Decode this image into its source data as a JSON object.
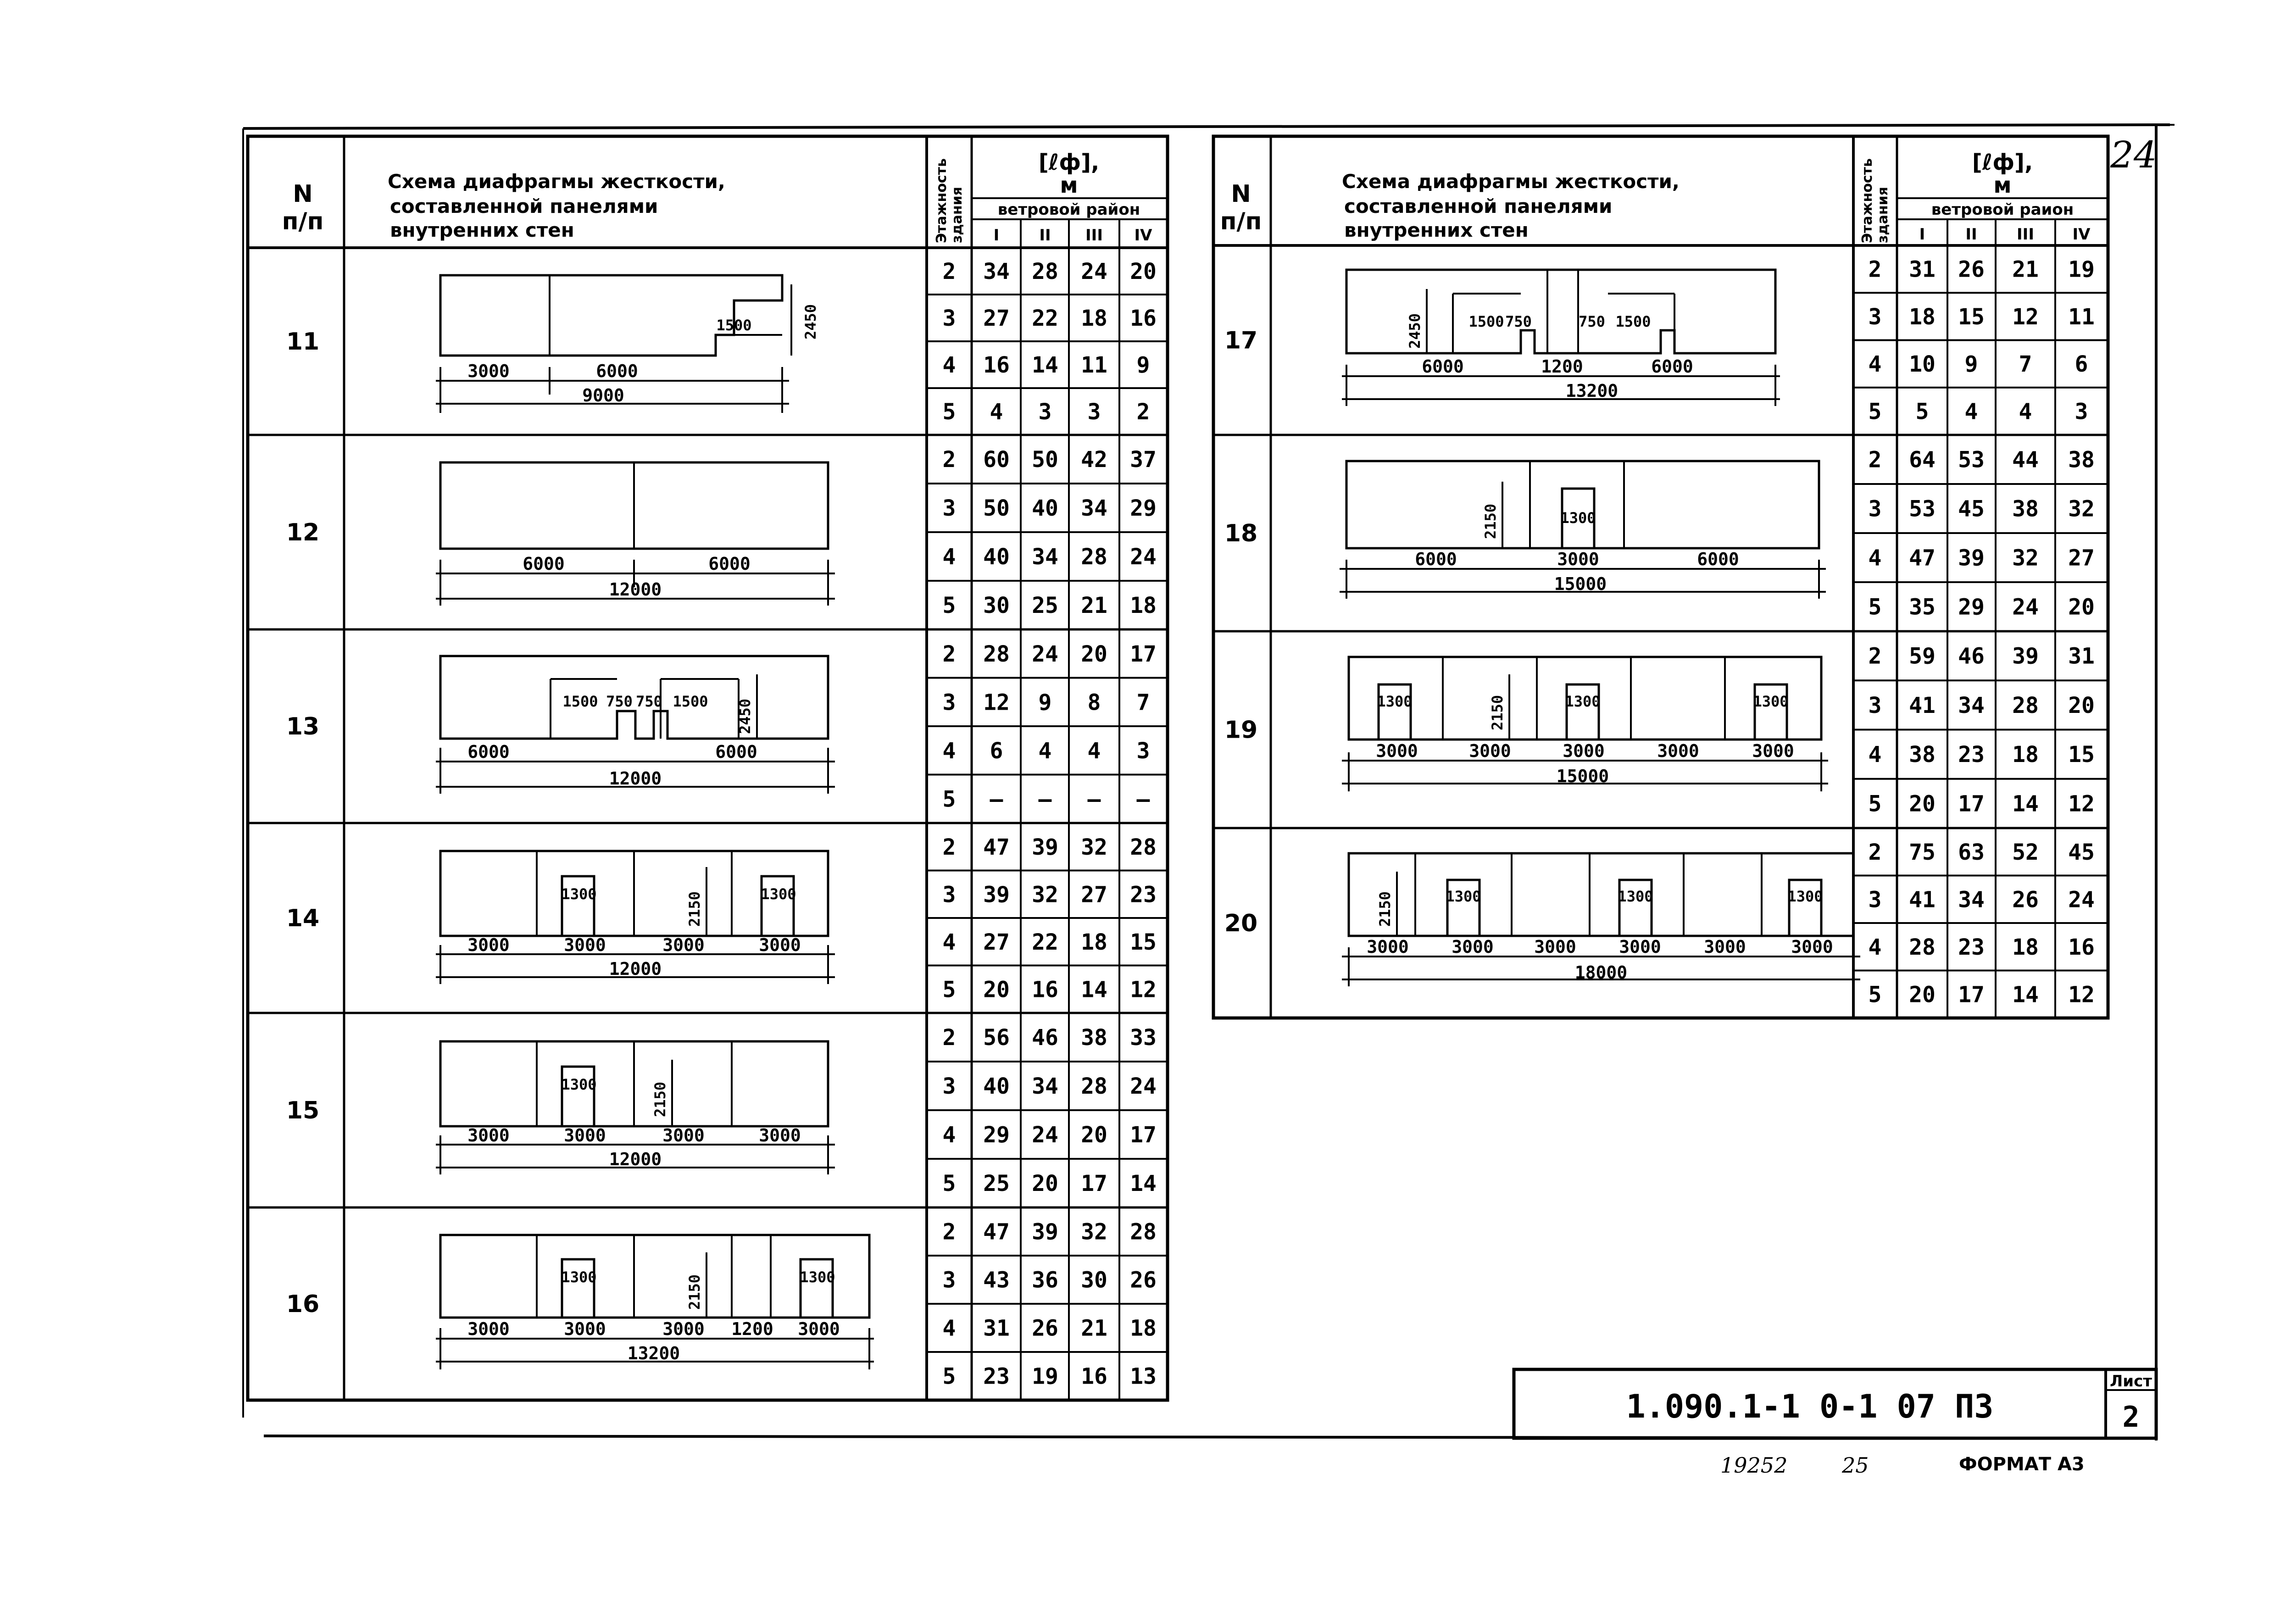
{
  "header": {
    "num_label_1": "N",
    "num_label_2": "п/п",
    "scheme_title_lines": [
      "Схема диафрагмы жесткости,",
      "составленной панелями",
      "внутренних стен"
    ],
    "floors_label": "Этажность здания",
    "floors_label_line1": "Этажность",
    "floors_label_line2": "здания",
    "lf_label": "[ℓф],",
    "lf_unit": "м",
    "wind_label": "ветровой район",
    "wind_label_right": "ветровой раион",
    "wind_regions": [
      "I",
      "II",
      "III",
      "IV"
    ]
  },
  "tables": [
    {
      "side": "left",
      "rows": [
        {
          "id": "11",
          "floors": [
            "2",
            "3",
            "4",
            "5"
          ],
          "values": [
            [
              "34",
              "28",
              "24",
              "20"
            ],
            [
              "27",
              "22",
              "18",
              "16"
            ],
            [
              "16",
              "14",
              "11",
              "9"
            ],
            [
              "4",
              "3",
              "3",
              "2"
            ]
          ],
          "dims": {
            "openings": [
              "1500"
            ],
            "heights": [
              "2450"
            ],
            "spans": [
              "3000",
              "6000"
            ],
            "total": "9000"
          }
        },
        {
          "id": "12",
          "floors": [
            "2",
            "3",
            "4",
            "5"
          ],
          "values": [
            [
              "60",
              "50",
              "42",
              "37"
            ],
            [
              "50",
              "40",
              "34",
              "29"
            ],
            [
              "40",
              "34",
              "28",
              "24"
            ],
            [
              "30",
              "25",
              "21",
              "18"
            ]
          ],
          "dims": {
            "openings": [],
            "heights": [],
            "spans": [
              "6000",
              "6000"
            ],
            "total": "12000"
          }
        },
        {
          "id": "13",
          "floors": [
            "2",
            "3",
            "4",
            "5"
          ],
          "values": [
            [
              "28",
              "24",
              "20",
              "17"
            ],
            [
              "12",
              "9",
              "8",
              "7"
            ],
            [
              "6",
              "4",
              "4",
              "3"
            ],
            [
              "—",
              "—",
              "—",
              "—"
            ]
          ],
          "dims": {
            "openings": [
              "1500",
              "750",
              "750",
              "1500"
            ],
            "heights": [
              "2450"
            ],
            "spans": [
              "6000",
              "6000"
            ],
            "total": "12000"
          }
        },
        {
          "id": "14",
          "floors": [
            "2",
            "3",
            "4",
            "5"
          ],
          "values": [
            [
              "47",
              "39",
              "32",
              "28"
            ],
            [
              "39",
              "32",
              "27",
              "23"
            ],
            [
              "27",
              "22",
              "18",
              "15"
            ],
            [
              "20",
              "16",
              "14",
              "12"
            ]
          ],
          "dims": {
            "openings": [
              "1300",
              "1300"
            ],
            "heights": [
              "2150"
            ],
            "spans": [
              "3000",
              "3000",
              "3000",
              "3000"
            ],
            "total": "12000"
          }
        },
        {
          "id": "15",
          "floors": [
            "2",
            "3",
            "4",
            "5"
          ],
          "values": [
            [
              "56",
              "46",
              "38",
              "33"
            ],
            [
              "40",
              "34",
              "28",
              "24"
            ],
            [
              "29",
              "24",
              "20",
              "17"
            ],
            [
              "25",
              "20",
              "17",
              "14"
            ]
          ],
          "dims": {
            "openings": [
              "1300"
            ],
            "heights": [
              "2150"
            ],
            "spans": [
              "3000",
              "3000",
              "3000",
              "3000"
            ],
            "total": "12000"
          }
        },
        {
          "id": "16",
          "floors": [
            "2",
            "3",
            "4",
            "5"
          ],
          "values": [
            [
              "47",
              "39",
              "32",
              "28"
            ],
            [
              "43",
              "36",
              "30",
              "26"
            ],
            [
              "31",
              "26",
              "21",
              "18"
            ],
            [
              "23",
              "19",
              "16",
              "13"
            ]
          ],
          "dims": {
            "openings": [
              "1300",
              "1300"
            ],
            "heights": [
              "2150"
            ],
            "spans": [
              "3000",
              "3000",
              "3000",
              "1200",
              "3000"
            ],
            "total": "13200"
          }
        }
      ]
    },
    {
      "side": "right",
      "rows": [
        {
          "id": "17",
          "floors": [
            "2",
            "3",
            "4",
            "5"
          ],
          "values": [
            [
              "31",
              "26",
              "21",
              "19"
            ],
            [
              "18",
              "15",
              "12",
              "11"
            ],
            [
              "10",
              "9",
              "7",
              "6"
            ],
            [
              "5",
              "4",
              "4",
              "3"
            ]
          ],
          "dims": {
            "openings": [
              "1500",
              "750",
              "750",
              "1500"
            ],
            "heights": [
              "2450"
            ],
            "spans": [
              "6000",
              "1200",
              "6000"
            ],
            "total": "13200"
          }
        },
        {
          "id": "18",
          "floors": [
            "2",
            "3",
            "4",
            "5"
          ],
          "values": [
            [
              "64",
              "53",
              "44",
              "38"
            ],
            [
              "53",
              "45",
              "38",
              "32"
            ],
            [
              "47",
              "39",
              "32",
              "27"
            ],
            [
              "35",
              "29",
              "24",
              "20"
            ]
          ],
          "dims": {
            "openings": [
              "1300"
            ],
            "heights": [
              "2150"
            ],
            "spans": [
              "6000",
              "3000",
              "6000"
            ],
            "total": "15000"
          }
        },
        {
          "id": "19",
          "floors": [
            "2",
            "3",
            "4",
            "5"
          ],
          "values": [
            [
              "59",
              "46",
              "39",
              "31"
            ],
            [
              "41",
              "34",
              "28",
              "20"
            ],
            [
              "38",
              "23",
              "18",
              "15"
            ],
            [
              "20",
              "17",
              "14",
              "12"
            ]
          ],
          "dims": {
            "openings": [
              "1300",
              "1300",
              "1300"
            ],
            "heights": [
              "2150"
            ],
            "spans": [
              "3000",
              "3000",
              "3000",
              "3000",
              "3000"
            ],
            "total": "15000"
          }
        },
        {
          "id": "20",
          "floors": [
            "2",
            "3",
            "4",
            "5"
          ],
          "values": [
            [
              "75",
              "63",
              "52",
              "45"
            ],
            [
              "41",
              "34",
              "26",
              "24"
            ],
            [
              "28",
              "23",
              "18",
              "16"
            ],
            [
              "20",
              "17",
              "14",
              "12"
            ]
          ],
          "dims": {
            "openings": [
              "1300",
              "1300",
              "1300"
            ],
            "heights": [
              "2150"
            ],
            "spans": [
              "3000",
              "3000",
              "3000",
              "3000",
              "3000",
              "3000"
            ],
            "total": "18000"
          }
        }
      ]
    }
  ],
  "stamp": {
    "code": "1.090.1-1  0-1  07 ПЗ",
    "sheet_label": "Лист",
    "sheet_number": "2"
  },
  "footer": {
    "inv_number": "19252",
    "copy_number": "25",
    "format": "ФОРМАТ А3",
    "corner_mark": "24"
  }
}
